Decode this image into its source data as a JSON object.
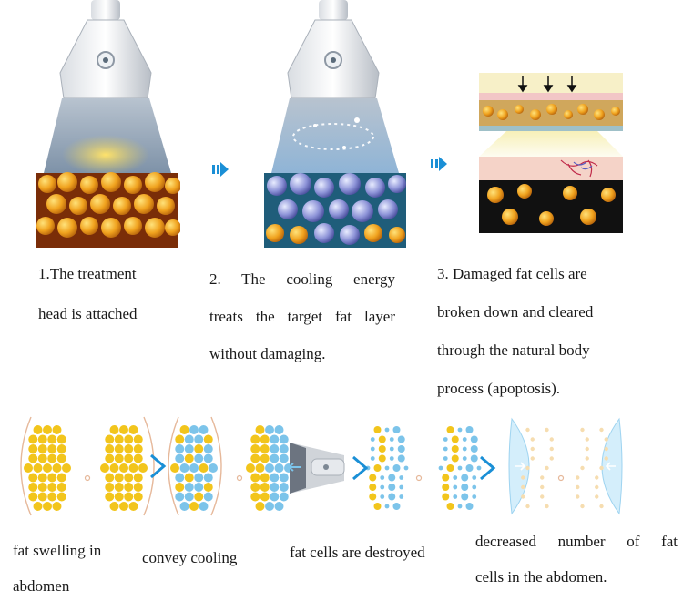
{
  "steps": [
    {
      "lines": [
        "1.The treatment",
        "head is attached"
      ]
    },
    {
      "lines": [
        "2. The cooling energy",
        "treats the target fat layer",
        "without damaging."
      ]
    },
    {
      "lines": [
        "3. Damaged fat cells are",
        "broken down and cleared",
        "through the natural body",
        "process (apoptosis)."
      ]
    }
  ],
  "stages": [
    {
      "lines": [
        "fat swelling in",
        "abdomen"
      ]
    },
    {
      "lines": [
        "convey cooling"
      ]
    },
    {
      "lines": [
        "fat cells are destroyed"
      ]
    },
    {
      "lines": [
        "decreased number of fat",
        "cells in the abdomen."
      ]
    }
  ],
  "colors": {
    "fat_yellow": "#f2c51c",
    "fat_orange": "#e8901a",
    "cool_blue": "#7cc4ea",
    "arrow_blue": "#1a8fd6",
    "skin_line": "#e6b89a"
  },
  "icons": [
    "applicator-icon",
    "arrow-right-icon",
    "chevron-right-icon",
    "navel-icon"
  ]
}
